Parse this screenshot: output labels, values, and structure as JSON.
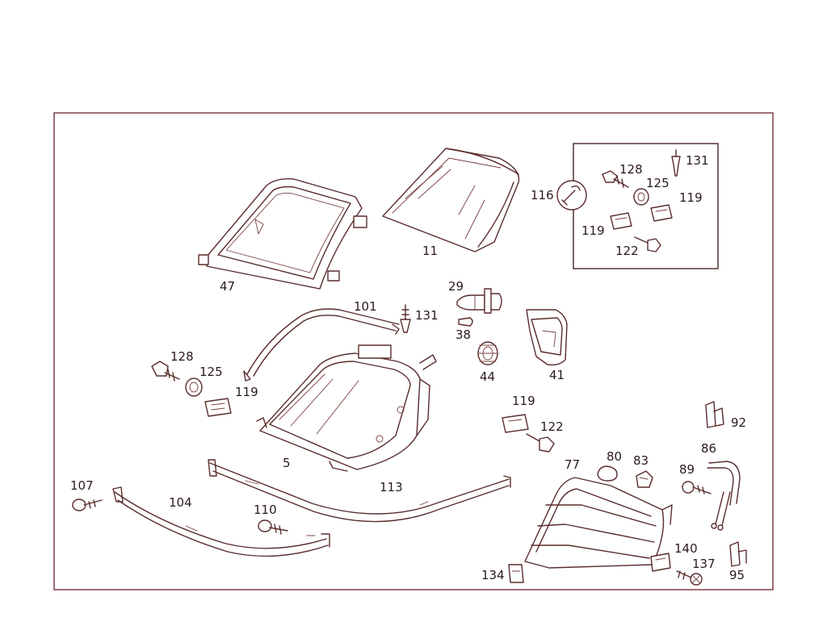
{
  "labels": {
    "p11": "11",
    "p47": "47",
    "p101": "101",
    "p131a": "131",
    "p116": "116",
    "p128a": "128",
    "p125a": "125",
    "p131b": "131",
    "p119a": "119",
    "p119b": "119",
    "p122a": "122",
    "p29": "29",
    "p38": "38",
    "p44": "44",
    "p41": "41",
    "p128b": "128",
    "p125b": "125",
    "p119c": "119",
    "p5": "5",
    "p119d": "119",
    "p122b": "122",
    "p92": "92",
    "p86": "86",
    "p80": "80",
    "p83": "83",
    "p77": "77",
    "p89": "89",
    "p107": "107",
    "p104": "104",
    "p110": "110",
    "p113": "113",
    "p140": "140",
    "p137": "137",
    "p134": "134",
    "p95": "95"
  },
  "colors": {
    "frame": "#6b1f2a",
    "line": "#5a2c2c",
    "text": "#2b1a1a"
  }
}
